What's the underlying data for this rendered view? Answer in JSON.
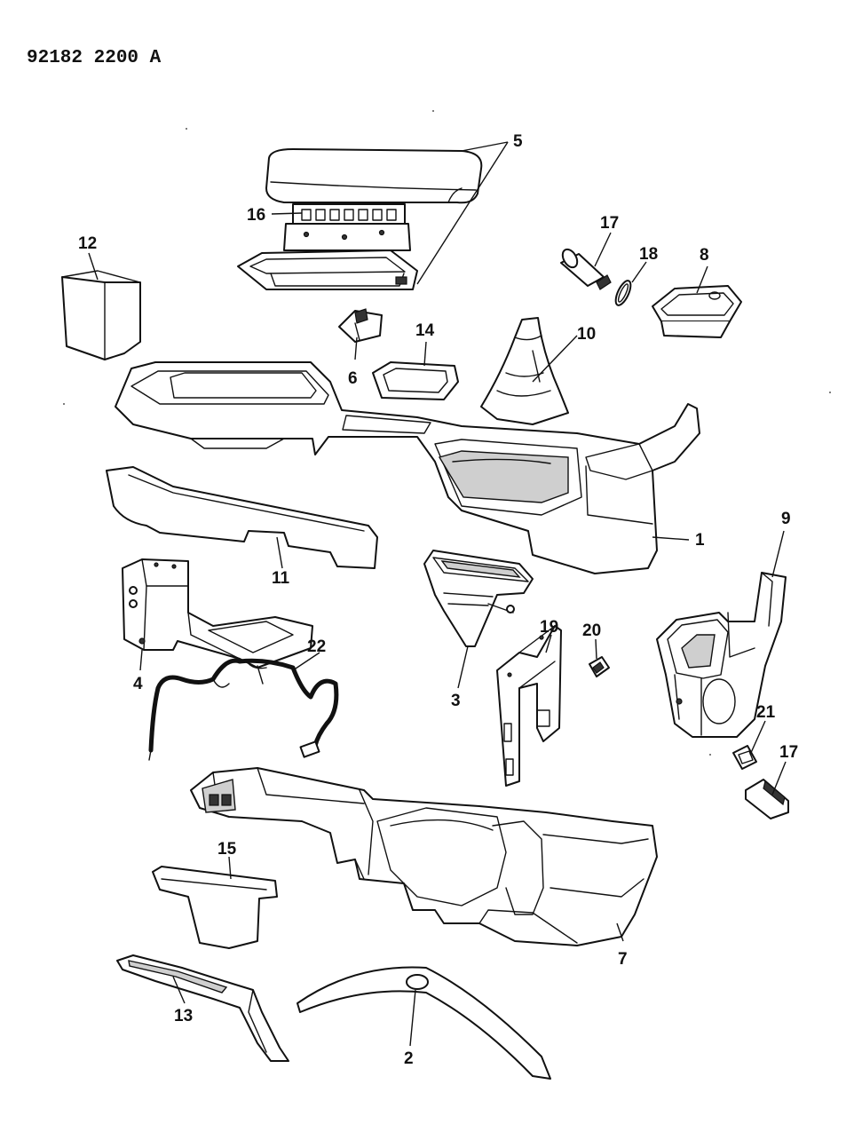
{
  "diagram": {
    "document_id": "92182 2200 A",
    "callouts": [
      {
        "id": "1",
        "text": "1"
      },
      {
        "id": "2",
        "text": "2"
      },
      {
        "id": "3",
        "text": "3"
      },
      {
        "id": "4",
        "text": "4"
      },
      {
        "id": "5",
        "text": "5"
      },
      {
        "id": "6",
        "text": "6"
      },
      {
        "id": "7",
        "text": "7"
      },
      {
        "id": "8",
        "text": "8"
      },
      {
        "id": "9",
        "text": "9"
      },
      {
        "id": "10",
        "text": "10"
      },
      {
        "id": "11",
        "text": "11"
      },
      {
        "id": "12",
        "text": "12"
      },
      {
        "id": "13",
        "text": "13"
      },
      {
        "id": "14",
        "text": "14"
      },
      {
        "id": "15",
        "text": "15"
      },
      {
        "id": "16",
        "text": "16"
      },
      {
        "id": "17a",
        "text": "17"
      },
      {
        "id": "17b",
        "text": "17"
      },
      {
        "id": "18",
        "text": "18"
      },
      {
        "id": "19",
        "text": "19"
      },
      {
        "id": "20",
        "text": "20"
      },
      {
        "id": "21",
        "text": "21"
      },
      {
        "id": "22",
        "text": "22"
      }
    ]
  }
}
